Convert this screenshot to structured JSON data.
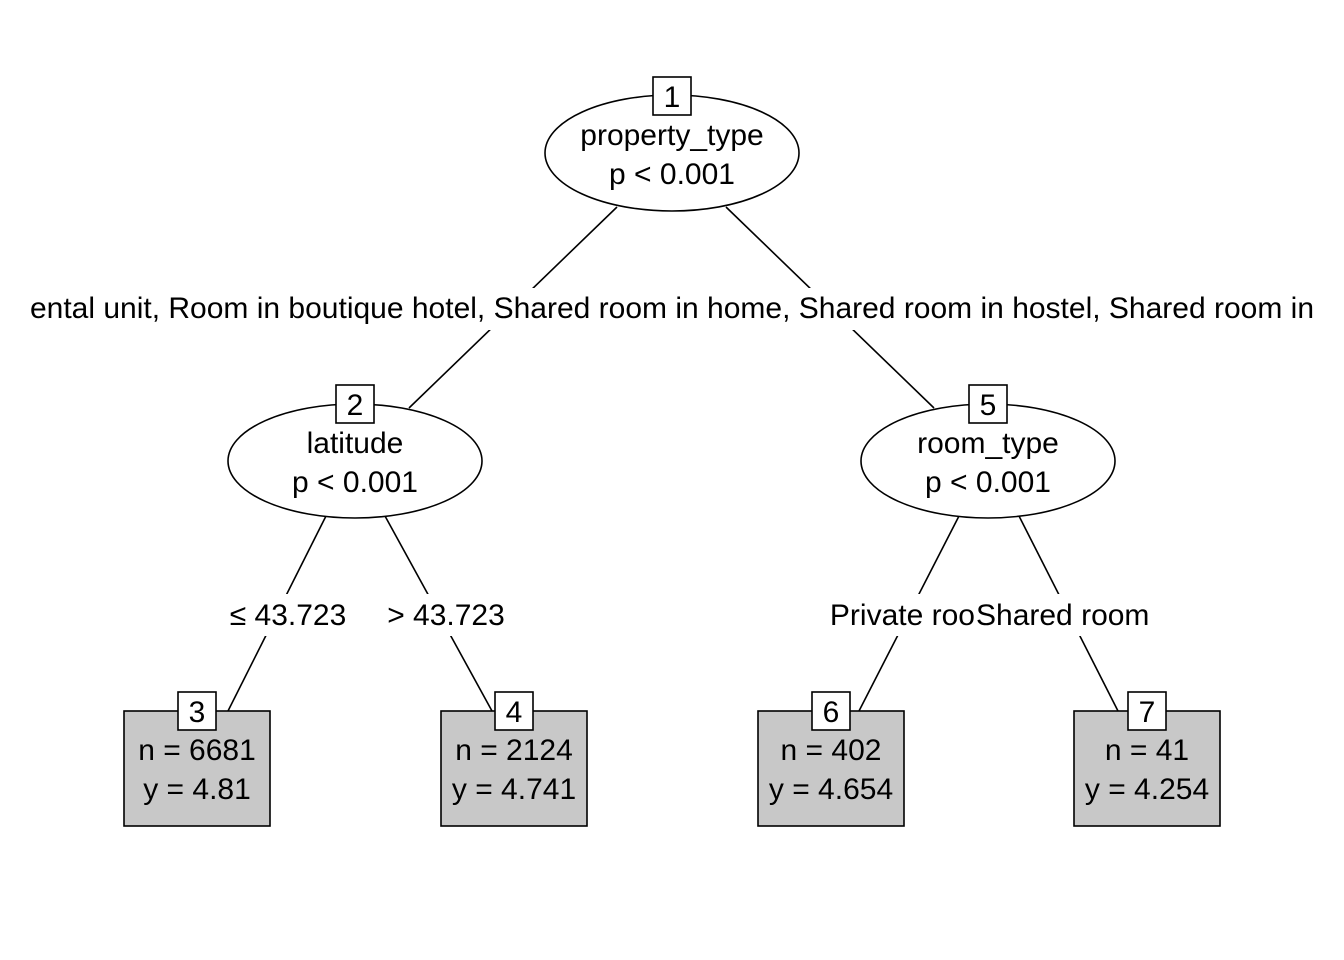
{
  "tree": {
    "inner_nodes": {
      "n1": {
        "id": "1",
        "variable": "property_type",
        "p": "p < 0.001"
      },
      "n2": {
        "id": "2",
        "variable": "latitude",
        "p": "p < 0.001"
      },
      "n5": {
        "id": "5",
        "variable": "room_type",
        "p": "p < 0.001"
      }
    },
    "split_labels": {
      "root_split": "ental unit, Room in boutique hotel, Shared room in home, Shared room in hostel, Shared room in",
      "lat_left": "≤ 43.723",
      "lat_right": "> 43.723",
      "room_left": "Private roo",
      "room_right": "Shared room"
    },
    "leaves": {
      "n3": {
        "id": "3",
        "n": "n = 6681",
        "y": "y = 4.81"
      },
      "n4": {
        "id": "4",
        "n": "n = 2124",
        "y": "y = 4.741"
      },
      "n6": {
        "id": "6",
        "n": "n = 402",
        "y": "y = 4.654"
      },
      "n7": {
        "id": "7",
        "n": "n = 41",
        "y": "y = 4.254"
      }
    }
  }
}
